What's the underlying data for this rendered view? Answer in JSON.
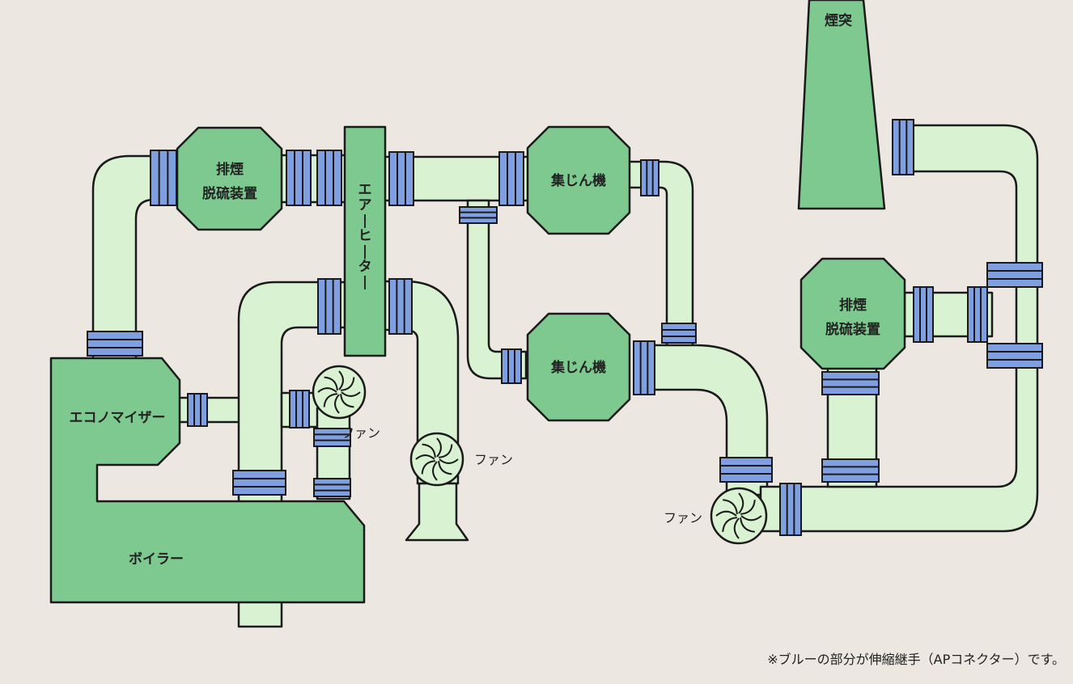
{
  "labels": {
    "desulfurizer_left_line1": "排煙",
    "desulfurizer_left_line2": "脱硫装置",
    "air_heater": "エアーヒーター",
    "dust_collector_top": "集じん機",
    "dust_collector_bottom": "集じん機",
    "chimney": "煙突",
    "desulfurizer_right_line1": "排煙",
    "desulfurizer_right_line2": "脱硫装置",
    "economizer": "エコノマイザー",
    "boiler": "ボイラー",
    "fan_1": "ファン",
    "fan_2": "ファン",
    "fan_3": "ファン"
  },
  "note": "※ブルーの部分が伸縮継手（APコネクター）です。",
  "colors": {
    "background": "#ece8e1",
    "pipe": "#d9f2d2",
    "equipment": "#7dc98f",
    "joint": "#7f9fe0",
    "outline": "#1a1a1a"
  }
}
